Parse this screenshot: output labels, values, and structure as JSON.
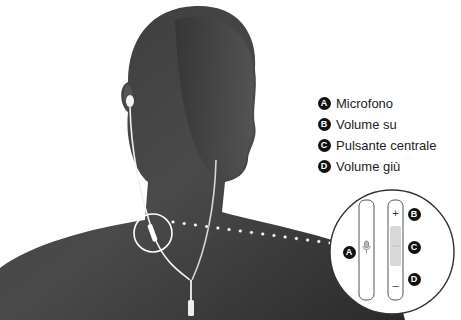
{
  "diagram": {
    "labels": [
      "A",
      "Microfono",
      "B",
      "Volume su",
      "C",
      "Pulsante centrale",
      "D",
      "Volume giù",
      "A",
      "B",
      "C",
      "D",
      "+",
      "–"
    ]
  }
}
